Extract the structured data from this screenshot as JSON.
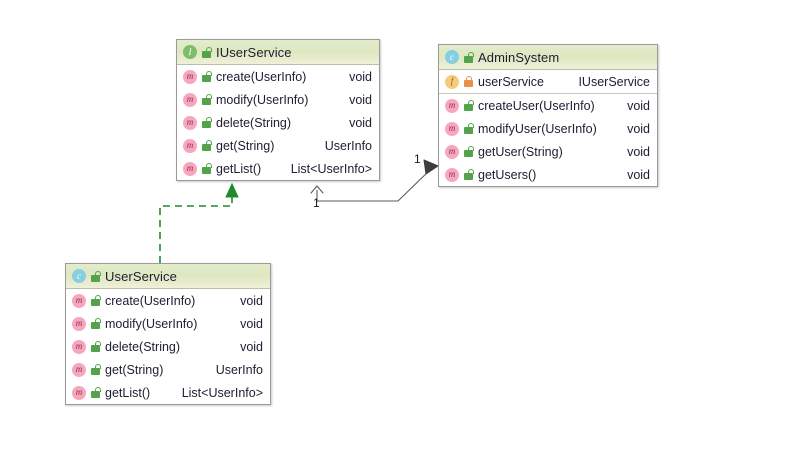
{
  "diagram": {
    "type": "uml-class-diagram",
    "background": "#ffffff",
    "classes": [
      {
        "id": "iuserservice",
        "name": "IUserService",
        "stereotype": "interface",
        "icon": "interface-badge",
        "icon_color": "#7dbd6a",
        "visibility": "public",
        "sections": [
          {
            "kind": "methods",
            "members": [
              {
                "icon": "method-badge",
                "visibility": "public",
                "name": "create(UserInfo)",
                "type": "void"
              },
              {
                "icon": "method-badge",
                "visibility": "public",
                "name": "modify(UserInfo)",
                "type": "void"
              },
              {
                "icon": "method-badge",
                "visibility": "public",
                "name": "delete(String)",
                "type": "void"
              },
              {
                "icon": "method-badge",
                "visibility": "public",
                "name": "get(String)",
                "type": "UserInfo"
              },
              {
                "icon": "method-badge",
                "visibility": "public",
                "name": "getList()",
                "type": "List<UserInfo>"
              }
            ]
          }
        ]
      },
      {
        "id": "adminsystem",
        "name": "AdminSystem",
        "stereotype": "class",
        "icon": "class-badge",
        "icon_color": "#86cfe0",
        "visibility": "public",
        "sections": [
          {
            "kind": "fields",
            "members": [
              {
                "icon": "field-badge",
                "visibility": "private",
                "name": "userService",
                "type": "IUserService"
              }
            ]
          },
          {
            "kind": "methods",
            "members": [
              {
                "icon": "method-badge",
                "visibility": "public",
                "name": "createUser(UserInfo)",
                "type": "void"
              },
              {
                "icon": "method-badge",
                "visibility": "public",
                "name": "modifyUser(UserInfo)",
                "type": "void"
              },
              {
                "icon": "method-badge",
                "visibility": "public",
                "name": "getUser(String)",
                "type": "void"
              },
              {
                "icon": "method-badge",
                "visibility": "public",
                "name": "getUsers()",
                "type": "void"
              }
            ]
          }
        ]
      },
      {
        "id": "userservice",
        "name": "UserService",
        "stereotype": "class",
        "icon": "class-badge",
        "icon_color": "#86cfe0",
        "visibility": "public",
        "sections": [
          {
            "kind": "methods",
            "members": [
              {
                "icon": "method-badge",
                "visibility": "public",
                "name": "create(UserInfo)",
                "type": "void"
              },
              {
                "icon": "method-badge",
                "visibility": "public",
                "name": "modify(UserInfo)",
                "type": "void"
              },
              {
                "icon": "method-badge",
                "visibility": "public",
                "name": "delete(String)",
                "type": "void"
              },
              {
                "icon": "method-badge",
                "visibility": "public",
                "name": "get(String)",
                "type": "UserInfo"
              },
              {
                "icon": "method-badge",
                "visibility": "public",
                "name": "getList()",
                "type": "List<UserInfo>"
              }
            ]
          }
        ]
      }
    ],
    "relations": [
      {
        "id": "realization",
        "kind": "realization",
        "from": "userservice",
        "to": "iuserservice",
        "line_style": "dashed",
        "color": "#1f8a2e",
        "arrow": "closed-triangle",
        "source_label": "",
        "target_label": ""
      },
      {
        "id": "association",
        "kind": "aggregation-association",
        "from": "adminsystem",
        "to": "iuserservice",
        "line_style": "solid",
        "color": "#5a5a5a",
        "arrow": "open-arrow",
        "source_label": "1",
        "target_label": "1"
      }
    ]
  }
}
